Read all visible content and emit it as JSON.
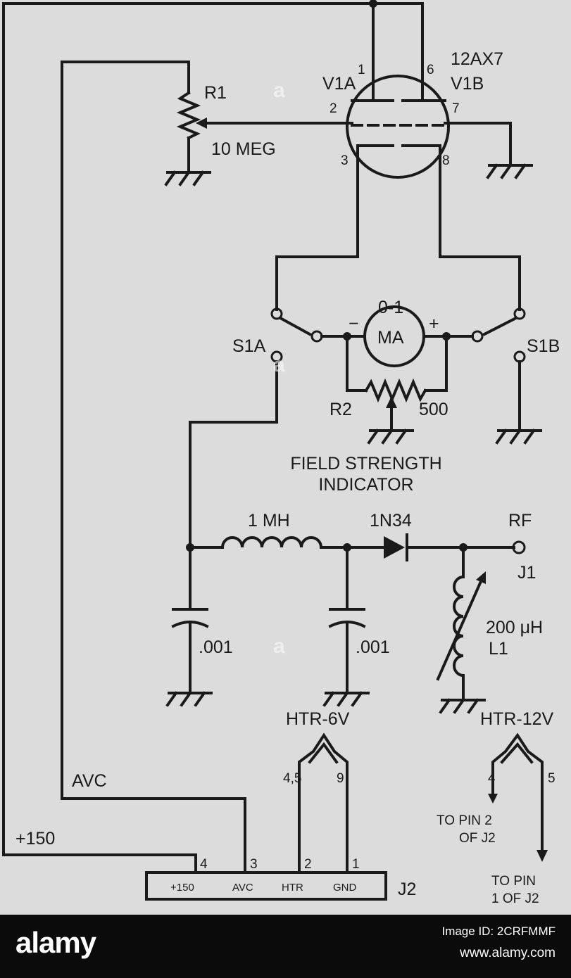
{
  "diagram": {
    "tube": {
      "type": "12AX7",
      "section_a": "V1A",
      "section_b": "V1B"
    },
    "pins": {
      "p1": "1",
      "p2": "2",
      "p3": "3",
      "p6": "6",
      "p7": "7",
      "p8": "8"
    },
    "pot_r1": {
      "ref": "R1",
      "value": "10 MEG"
    },
    "meter": {
      "range": "0-1",
      "unit": "MA",
      "minus": "−",
      "plus": "+"
    },
    "pot_r2": {
      "ref": "R2",
      "value": "500"
    },
    "switch_a": "S1A",
    "switch_b": "S1B",
    "title": {
      "line1": "FIELD STRENGTH",
      "line2": "INDICATOR"
    },
    "choke": "1 MH",
    "diode": "1N34",
    "rf": {
      "label": "RF",
      "jack": "J1"
    },
    "cap_left": ".001",
    "cap_mid": ".001",
    "coil": {
      "value": "200 μH",
      "ref": "L1"
    },
    "htr6": {
      "label": "HTR-6V",
      "pin_a": "4,5",
      "pin_b": "9"
    },
    "htr12": {
      "label": "HTR-12V",
      "pin_a": "4",
      "pin_b": "5",
      "note_a_1": "TO PIN 2",
      "note_a_2": "OF J2",
      "note_b_1": "TO PIN",
      "note_b_2": "1 OF J2"
    },
    "avc": "AVC",
    "b_plus": "+150",
    "connector": {
      "ref": "J2",
      "pin_nums": [
        "4",
        "3",
        "2",
        "1"
      ],
      "pin_names": [
        "+150",
        "AVC",
        "HTR",
        "GND"
      ]
    }
  },
  "watermark": "a",
  "footer": {
    "brand": "alamy",
    "image_id": "Image ID: 2CRFMMF",
    "site": "www.alamy.com"
  }
}
